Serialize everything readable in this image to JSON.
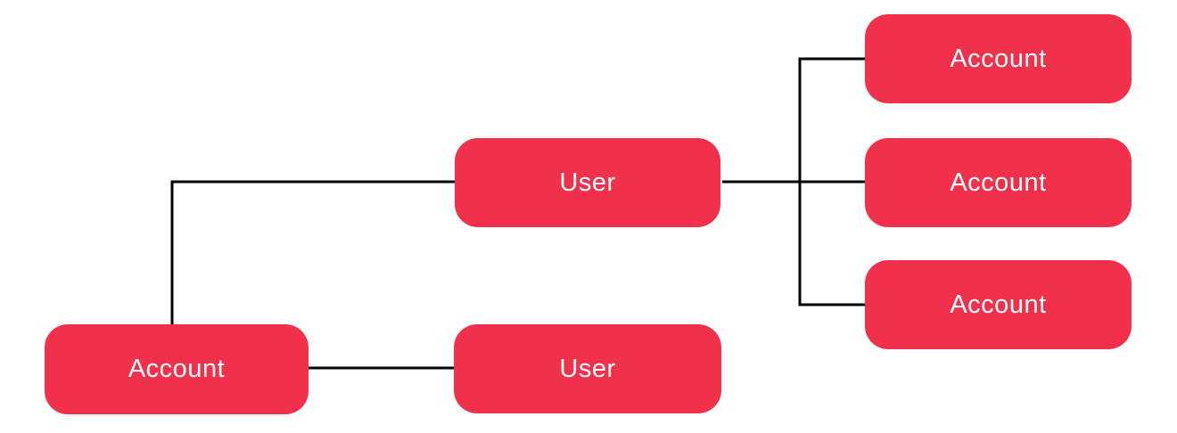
{
  "diagram": {
    "type": "entity-relationship-tree",
    "background_color": "#ffffff",
    "node_fill_color": "#f1314b",
    "node_text_color": "#ffffff",
    "edge_color": "#000000",
    "nodes": [
      {
        "id": "account-bottom-left",
        "label": "Account"
      },
      {
        "id": "user-middle",
        "label": "User"
      },
      {
        "id": "user-bottom",
        "label": "User"
      },
      {
        "id": "account-top-right",
        "label": "Account"
      },
      {
        "id": "account-middle-right",
        "label": "Account"
      },
      {
        "id": "account-bottom-right",
        "label": "Account"
      }
    ],
    "edges": [
      {
        "from": "account-bottom-left",
        "to": "user-middle"
      },
      {
        "from": "account-bottom-left",
        "to": "user-bottom"
      },
      {
        "from": "user-middle",
        "to": "account-top-right"
      },
      {
        "from": "user-middle",
        "to": "account-middle-right"
      },
      {
        "from": "user-middle",
        "to": "account-bottom-right"
      }
    ]
  }
}
